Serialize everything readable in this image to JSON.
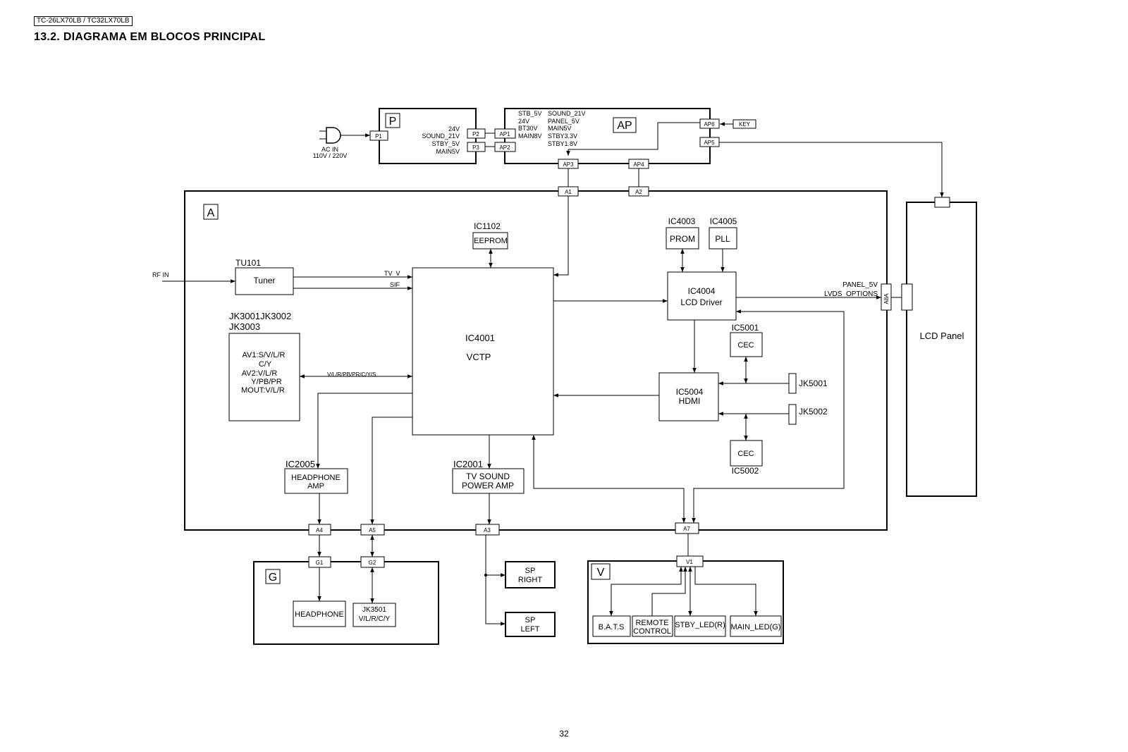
{
  "header": {
    "model_tag": "TC-26LX70LB / TC32LX70LB",
    "title": "13.2. DIAGRAMA EM BLOCOS PRINCIPAL"
  },
  "page_number": "32",
  "boards": {
    "P": "P",
    "AP": "AP",
    "A": "A",
    "G": "G",
    "V": "V"
  },
  "connectors": {
    "P1": "P1",
    "P2": "P2",
    "P3": "P3",
    "AP1": "AP1",
    "AP2": "AP2",
    "AP3": "AP3",
    "AP4": "AP4",
    "AP5": "AP5",
    "AP6": "AP6",
    "A1": "A1",
    "A2": "A2",
    "A3": "A3",
    "A4": "A4",
    "A5": "A5",
    "A7": "A7",
    "A8A": "A8A",
    "G1": "G1",
    "G2": "G2",
    "V1": "V1",
    "KEY": "KEY"
  },
  "power": {
    "ac_in": "AC IN",
    "ac_voltage": "110V / 220V",
    "p_outputs": [
      "24V",
      "SOUND_21V",
      "STBY_5V",
      "MAIN5V"
    ],
    "ap_left": [
      "STB_5V",
      "24V",
      "BT30V",
      "MAIN8V"
    ],
    "ap_right": [
      "SOUND_21V",
      "PANEL_5V",
      "MAIN5V",
      "STBY3.3V",
      "STBY1.8V"
    ]
  },
  "blocks": {
    "tu101": "TU101",
    "tuner": "Tuner",
    "ic1102": "IC1102",
    "eeprom": "EEPROM",
    "ic4001": "IC4001",
    "vctp": "VCTP",
    "ic4003": "IC4003",
    "prom": "PROM",
    "ic4005": "IC4005",
    "pll": "PLL",
    "ic4004": "IC4004",
    "lcd_driver": "LCD Driver",
    "ic5001": "IC5001",
    "cec1": "CEC",
    "ic5002": "IC5002",
    "cec2": "CEC",
    "ic5004": "IC5004",
    "hdmi": "HDMI",
    "jk5001": "JK5001",
    "jk5002": "JK5002",
    "jk_label1": "JK3001JK3002",
    "jk_label2": "JK3003",
    "av_lines": [
      "AV1:S/V/L/R",
      "C/Y",
      "AV2:V/L/R",
      "Y/PB/PR",
      "MOUT:V/L/R"
    ],
    "ic2005": "IC2005",
    "hp_amp": [
      "HEADPHONE",
      "AMP"
    ],
    "ic2001": "IC2001",
    "tv_sound": [
      "TV SOUND",
      "POWER AMP"
    ],
    "lcd_panel": "LCD Panel",
    "headphone": "HEADPHONE",
    "jk3501": [
      "JK3501",
      "V/L/R/C/Y"
    ],
    "sp_right": [
      "SP",
      "RIGHT"
    ],
    "sp_left": [
      "SP",
      "LEFT"
    ],
    "bats": "B.A.T.S",
    "remote": [
      "REMOTE",
      "CONTROL"
    ],
    "stby_led": "STBY_LED(R)",
    "main_led": "MAIN_LED(G)"
  },
  "signals": {
    "rf_in": "RF IN",
    "tv_v": "TV_V",
    "sif": "SIF",
    "av_bus": "V/L/R/PB/PR/C/Y/S",
    "panel_5v": "PANEL_5V",
    "lvds": "LVDS_OPTIONS"
  }
}
